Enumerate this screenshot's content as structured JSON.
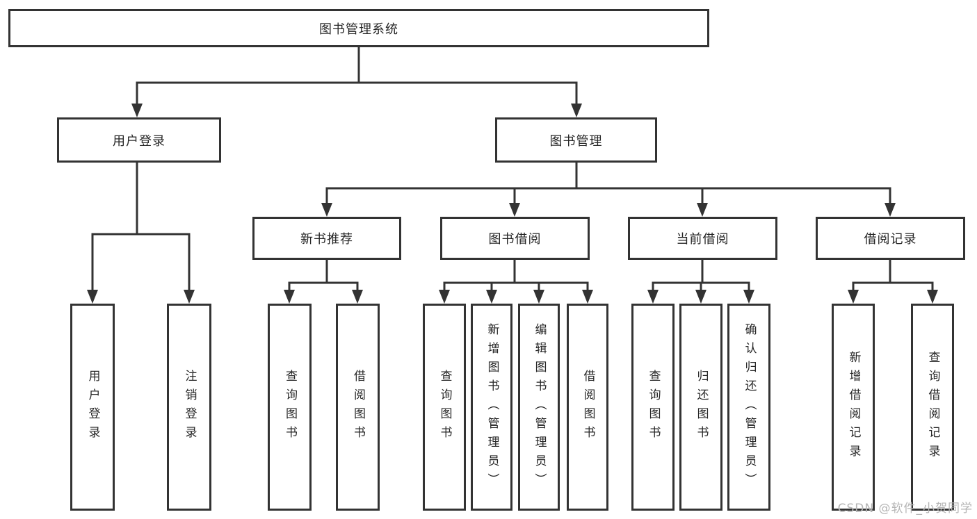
{
  "diagram": {
    "root": {
      "label": "图书管理系统"
    },
    "branches": [
      {
        "label": "用户登录"
      },
      {
        "label": "图书管理"
      }
    ],
    "branch_children": {
      "user_login": [
        {
          "label": "用户登录"
        },
        {
          "label": "注销登录"
        }
      ]
    },
    "modules": [
      {
        "label": "新书推荐",
        "children": [
          {
            "label": "查询图书"
          },
          {
            "label": "借阅图书"
          }
        ]
      },
      {
        "label": "图书借阅",
        "children": [
          {
            "label": "查询图书"
          },
          {
            "label": "新增图书（管理员）"
          },
          {
            "label": "编辑图书（管理员）"
          },
          {
            "label": "借阅图书"
          }
        ]
      },
      {
        "label": "当前借阅",
        "children": [
          {
            "label": "查询图书"
          },
          {
            "label": "归还图书"
          },
          {
            "label": "确认归还（管理员）"
          }
        ]
      },
      {
        "label": "借阅记录",
        "children": [
          {
            "label": "新增借阅记录"
          },
          {
            "label": "查询借阅记录"
          }
        ]
      }
    ],
    "colors": {
      "line": "#333333",
      "box_border": "#333333",
      "text": "#262626",
      "background": "#ffffff"
    }
  },
  "watermark": {
    "text": "CSDN @软件_小贺同学",
    "color": "#b5b5b5"
  }
}
